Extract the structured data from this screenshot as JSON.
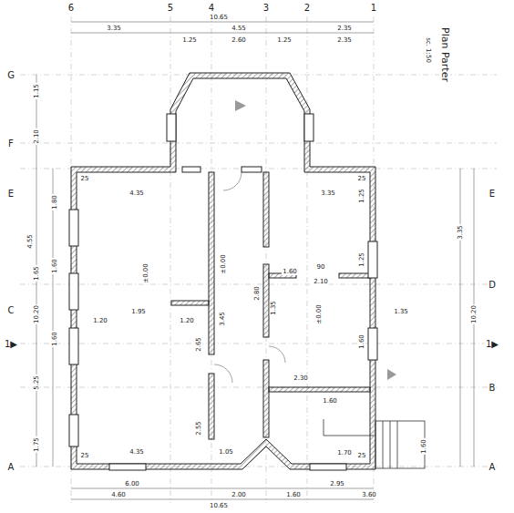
{
  "diagram": {
    "title": "Plan Parter",
    "labels": [
      "sc. 1:50",
      "6",
      "5",
      "4",
      "3",
      "2",
      "1",
      "G",
      "F",
      "E",
      "C",
      "1▶",
      "A",
      "E",
      "D",
      "1▶",
      "B",
      "A",
      "10.65",
      "3.35",
      "4.55",
      "2.35",
      "1.25",
      "2.60",
      "1.25",
      "2.35",
      "6.00",
      "2.95",
      "4.60",
      "2.00",
      "1.60",
      "3.60",
      "10.65",
      "4.35",
      "3.35",
      "4.35",
      "1.60",
      "90",
      "2.10",
      "2.30",
      "1.70",
      "1.20",
      "1.20",
      "1.95",
      "3.45",
      "2.65",
      "2.55",
      "1.05",
      "2.80",
      "1.35",
      "1.60",
      "1.25",
      "1.25",
      "1.60",
      "1.35",
      "10.20",
      "10.20",
      "3.35",
      "1.15",
      "2.10",
      "4.55",
      "1.65",
      "5.25",
      "1.75",
      "1.80",
      "1.60",
      "1.60",
      "25",
      "25",
      "25",
      "25",
      "±0.00",
      "±0.00",
      "±0.00",
      "1.60"
    ]
  }
}
